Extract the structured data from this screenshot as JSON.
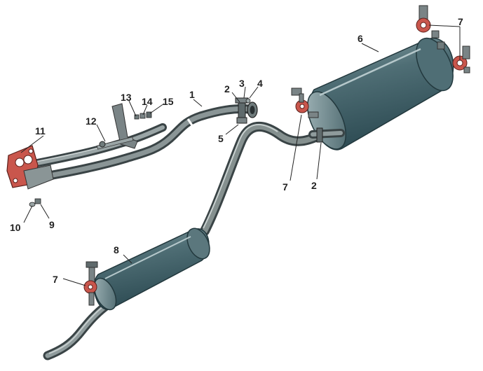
{
  "colors": {
    "pipe_dark": "#3a4446",
    "pipe_mid": "#6f7b7c",
    "pipe_light": "#a9b3b3",
    "muffler_dark": "#2c4a52",
    "muffler_mid": "#4f6e75",
    "muffler_light": "#8aa3a7",
    "gasket": "#c9564c",
    "bracket": "#7a8486",
    "label": "#222222"
  },
  "callouts": {
    "n1": "1",
    "n2a": "2",
    "n3": "3",
    "n4": "4",
    "n5": "5",
    "n6": "6",
    "n7a": "7",
    "n2b": "2",
    "n7b": "7",
    "n7c": "7",
    "n8": "8",
    "n9": "9",
    "n10": "10",
    "n11": "11",
    "n12": "12",
    "n13": "13",
    "n14": "14",
    "n15": "15"
  }
}
